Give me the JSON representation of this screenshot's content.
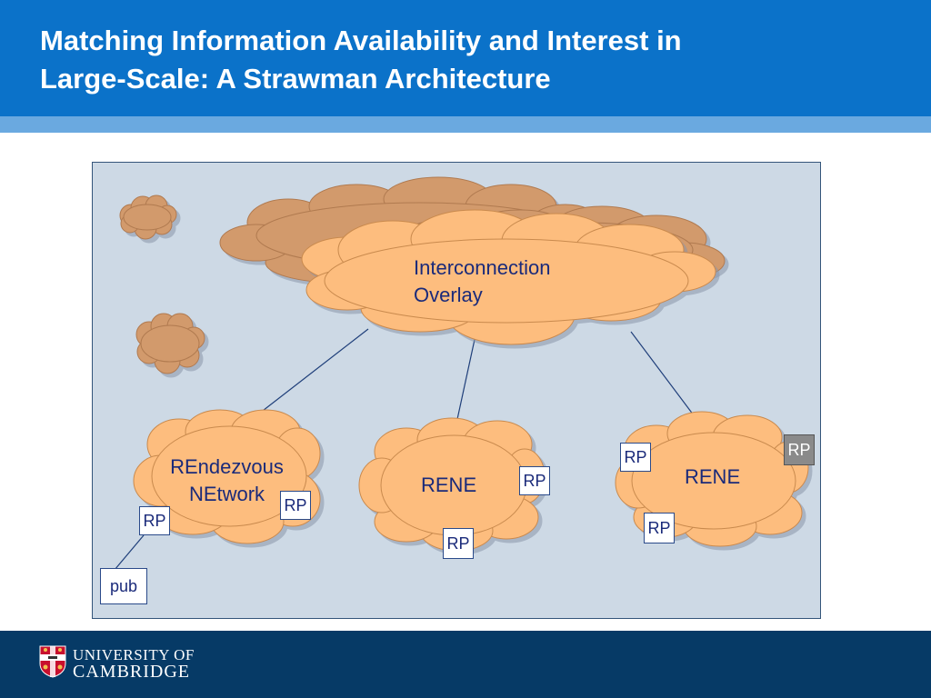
{
  "slide": {
    "title_line1": "Matching Information Availability and Interest in",
    "title_line2": "Large-Scale: A Strawman Architecture"
  },
  "diagram": {
    "overlay_label_line1": "Interconnection",
    "overlay_label_line2": "Overlay",
    "rene_left_line1": "REndezvous",
    "rene_left_line2": "NEtwork",
    "rene_middle": "RENE",
    "rene_right": "RENE",
    "rp_label": "RP",
    "pub_label": "pub",
    "colors": {
      "cloud_orange": "#fdbd7e",
      "cloud_brown": "#d29a6c",
      "background": "#cdd9e5",
      "line": "#1f3f7a"
    }
  },
  "footer": {
    "logo_line1": "UNIVERSITY OF",
    "logo_line2": "CAMBRIDGE"
  }
}
